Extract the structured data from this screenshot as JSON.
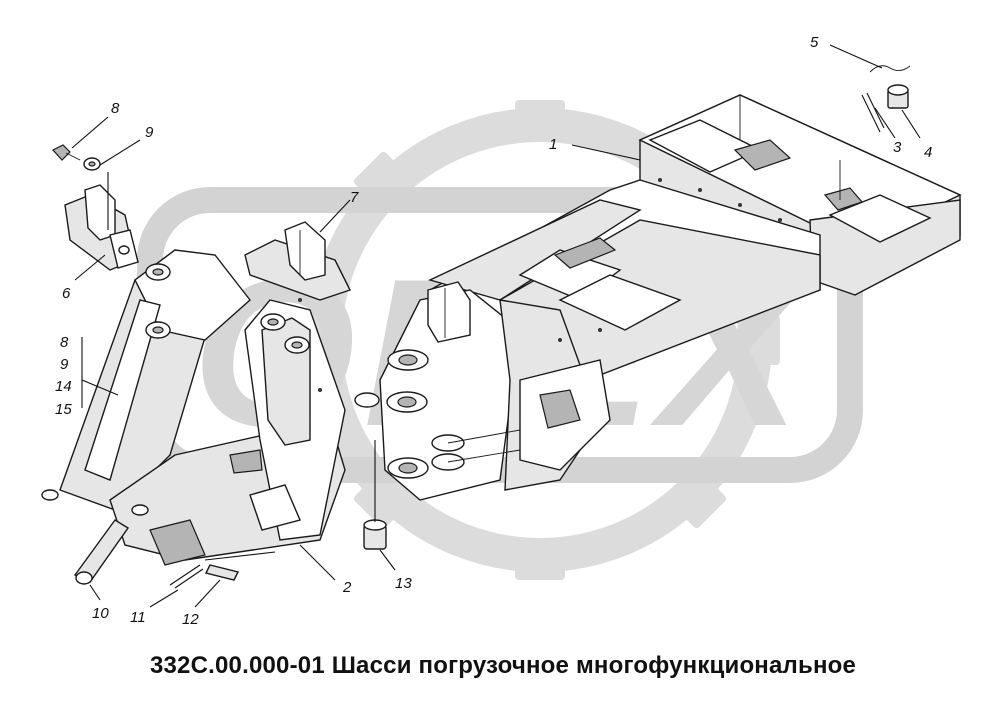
{
  "watermark": {
    "text": "OPEX",
    "logo_color": "#d3d3d3",
    "gear_color": "#dcdcdc"
  },
  "callouts": {
    "c1": "1",
    "c2": "2",
    "c3": "3",
    "c4": "4",
    "c5": "5",
    "c6": "6",
    "c7": "7",
    "c8_top": "8",
    "c9_top": "9",
    "group_8": "8",
    "group_9": "9",
    "group_14": "14",
    "group_15": "15",
    "c10": "10",
    "c11": "11",
    "c12": "12",
    "c13": "13"
  },
  "caption": "332С.00.000-01 Шасси погрузочное многофункциональное"
}
